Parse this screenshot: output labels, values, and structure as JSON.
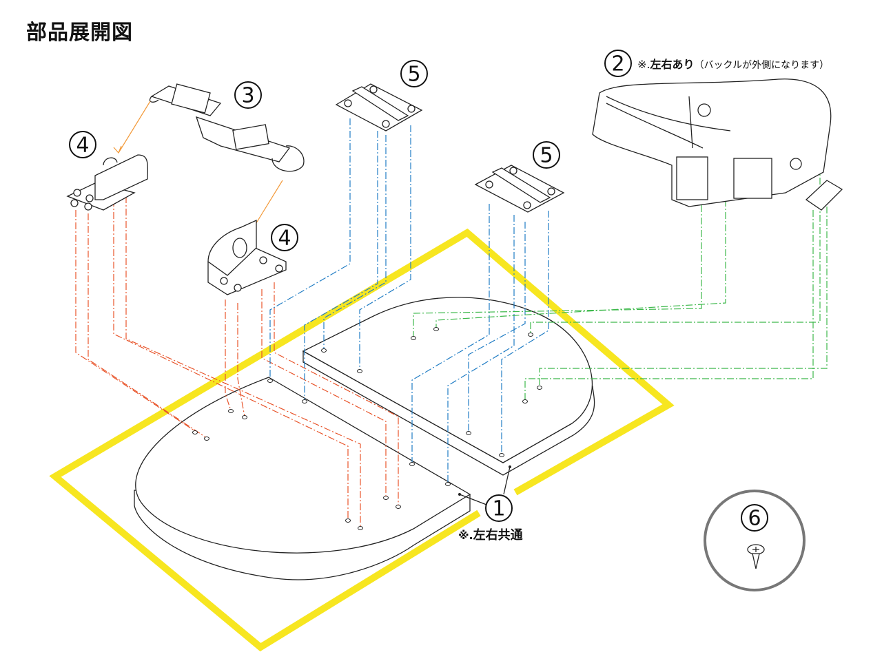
{
  "title": "部品展開図",
  "parts": [
    {
      "number": "1",
      "note_prefix": "※.",
      "note": "左右共通"
    },
    {
      "number": "2",
      "note_prefix": "※.",
      "note": "左右あり",
      "sub_note": "（バックルが外側になります）"
    },
    {
      "number": "3"
    },
    {
      "number": "4"
    },
    {
      "number": "4"
    },
    {
      "number": "5"
    },
    {
      "number": "5"
    },
    {
      "number": "6"
    }
  ],
  "colors": {
    "frame": "#f7e620",
    "guide_orange": "#e8542a",
    "guide_blue": "#1f7cc4",
    "guide_green": "#3cb84a",
    "screw_circle": "#777777"
  }
}
